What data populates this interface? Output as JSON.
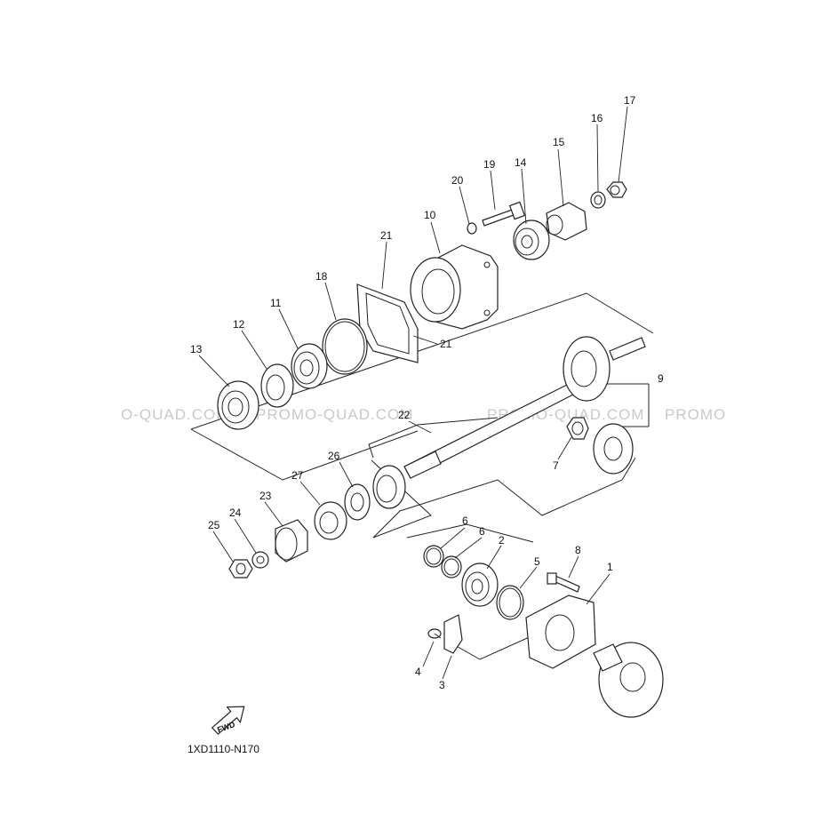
{
  "diagram": {
    "code": "1XD1110-N170",
    "fwd_label": "FWD",
    "watermark": [
      "O-QUAD.COM",
      "PROMO-QUAD.COM",
      "PROMO-QUAD.COM",
      "PROMO"
    ],
    "callouts": [
      "1",
      "2",
      "3",
      "4",
      "5",
      "6",
      "6",
      "7",
      "8",
      "9",
      "10",
      "11",
      "12",
      "13",
      "14",
      "15",
      "16",
      "17",
      "18",
      "19",
      "20",
      "21",
      "21",
      "22",
      "23",
      "24",
      "25",
      "26",
      "27"
    ]
  }
}
